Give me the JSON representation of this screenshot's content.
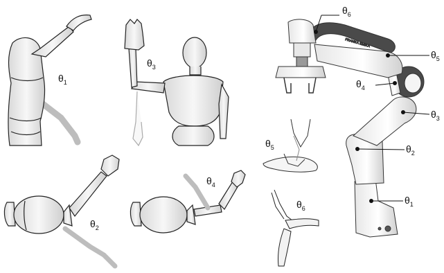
{
  "angle_labels": {
    "human_shoulder_flexion": {
      "sym": "θ",
      "sub": "1"
    },
    "human_elbow_raise": {
      "sym": "θ",
      "sub": "3"
    },
    "human_shoulder_abduction": {
      "sym": "θ",
      "sub": "2"
    },
    "human_elbow_flexion": {
      "sym": "θ",
      "sub": "4"
    },
    "wrist_rotation": {
      "sym": "θ",
      "sub": "5"
    },
    "wrist_flexion": {
      "sym": "θ",
      "sub": "6"
    },
    "robot_joint_1": {
      "sym": "θ",
      "sub": "1"
    },
    "robot_joint_2": {
      "sym": "θ",
      "sub": "2"
    },
    "robot_joint_3": {
      "sym": "θ",
      "sub": "3"
    },
    "robot_joint_4": {
      "sym": "θ",
      "sub": "4"
    },
    "robot_joint_5": {
      "sym": "θ",
      "sub": "5"
    },
    "robot_joint_6": {
      "sym": "θ",
      "sub": "6"
    }
  },
  "robot_brand_text": "FRANKA EMIKA",
  "colors": {
    "outline": "#222222",
    "body_fill": "#f2f2f2",
    "shade": "#cfcfcf",
    "robot_dark": "#4a4a4a",
    "ghost": "#9a9a9a"
  }
}
